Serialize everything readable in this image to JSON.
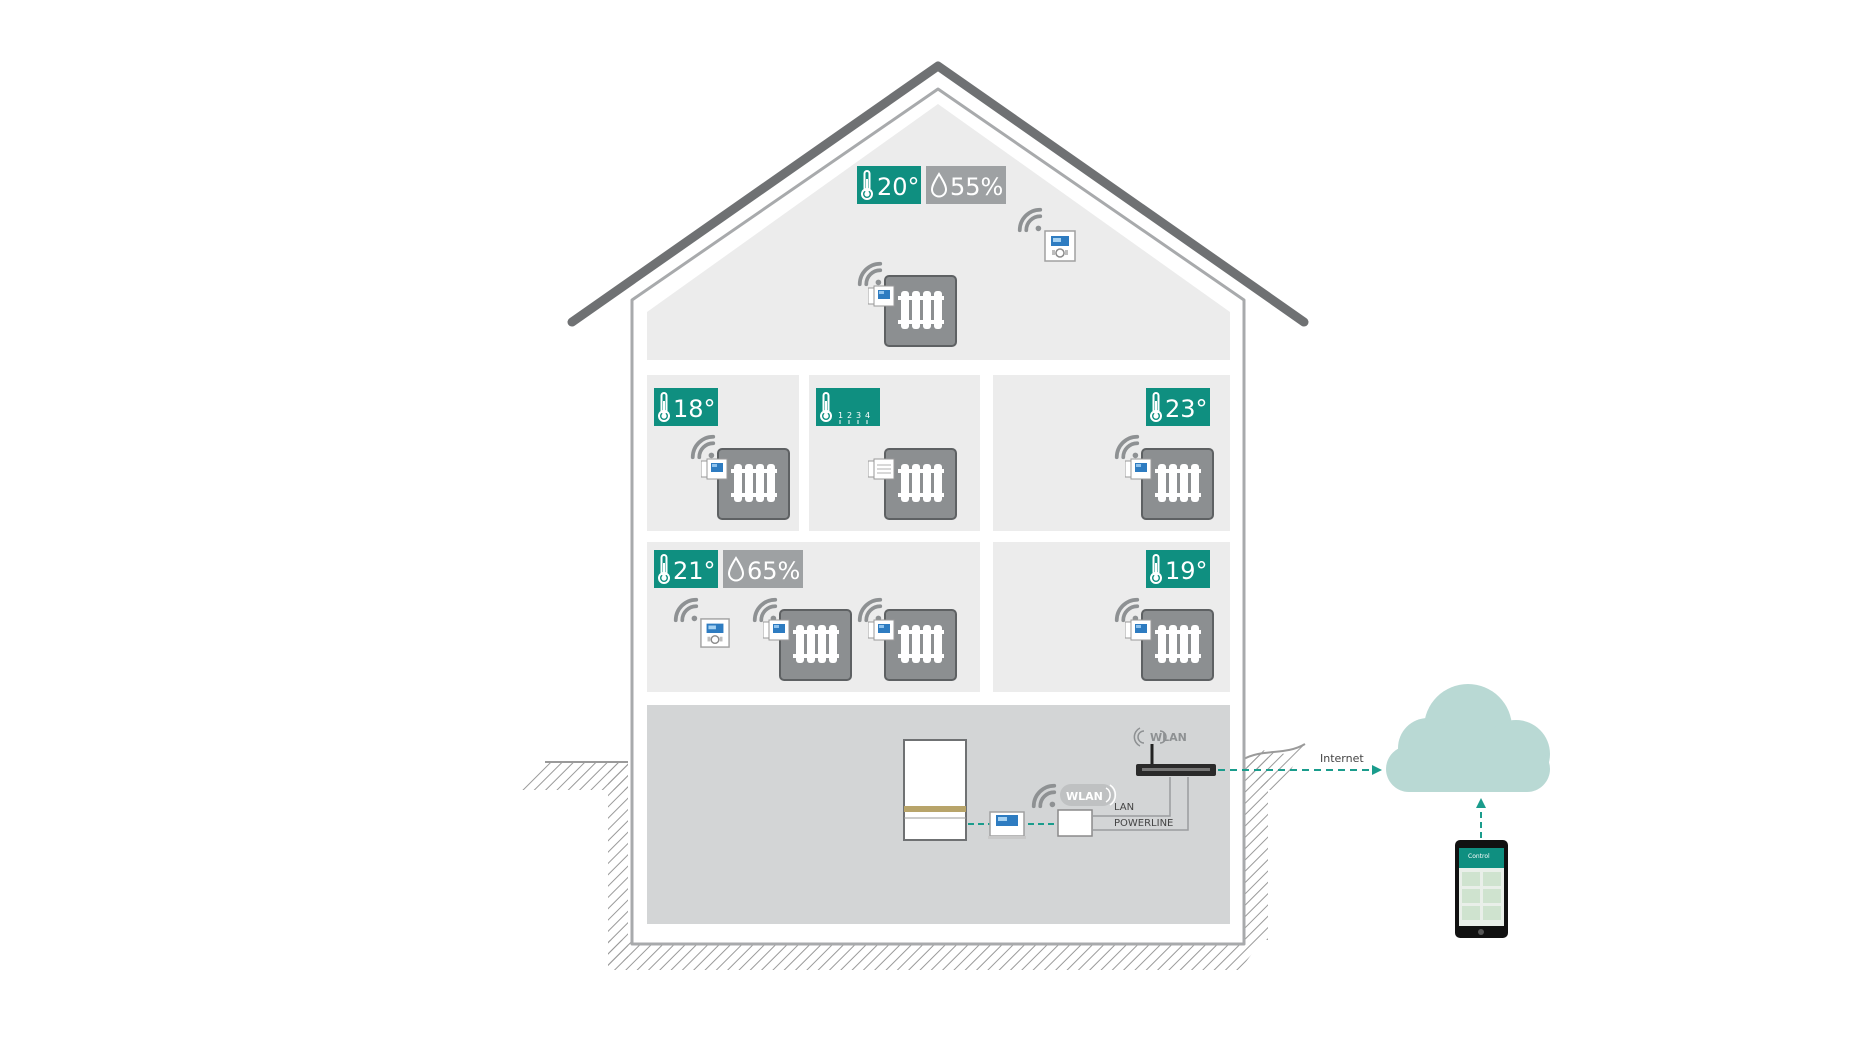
{
  "rooms": {
    "attic": {
      "temperature": "20°",
      "humidity": "55%"
    },
    "middle_left": {
      "temperature": "18°"
    },
    "middle_center": {
      "scale": [
        "1",
        "2",
        "3",
        "4"
      ]
    },
    "middle_right": {
      "temperature": "23°"
    },
    "lower_left": {
      "temperature": "21°",
      "humidity": "65%"
    },
    "lower_right": {
      "temperature": "19°"
    }
  },
  "network": {
    "router_label": "WLAN",
    "gateway_label": "WLAN",
    "lan_label": "LAN",
    "powerline_label": "POWERLINE",
    "internet_label": "Internet"
  },
  "phone": {
    "app_title": "Control"
  },
  "colors": {
    "accent_teal": "#0f8f80",
    "badge_gray": "#9ea1a3",
    "radiator_gray": "#8c8f91",
    "roof_gray": "#6f7173",
    "attic_fill": "#ececec",
    "basement_fill": "#d3d5d6",
    "cloud": "#b9d9d4",
    "dash_teal": "#1a9c8c"
  },
  "icons": {
    "temperature": "thermometer-icon",
    "humidity": "droplet-icon",
    "wireless": "wifi-signal-icon",
    "valve": "thermostatic-valve-icon",
    "thermostat": "wall-thermostat-icon",
    "radiator": "radiator-icon",
    "boiler": "boiler-icon",
    "router": "router-icon",
    "cloud": "cloud-icon",
    "phone": "smartphone-icon"
  }
}
